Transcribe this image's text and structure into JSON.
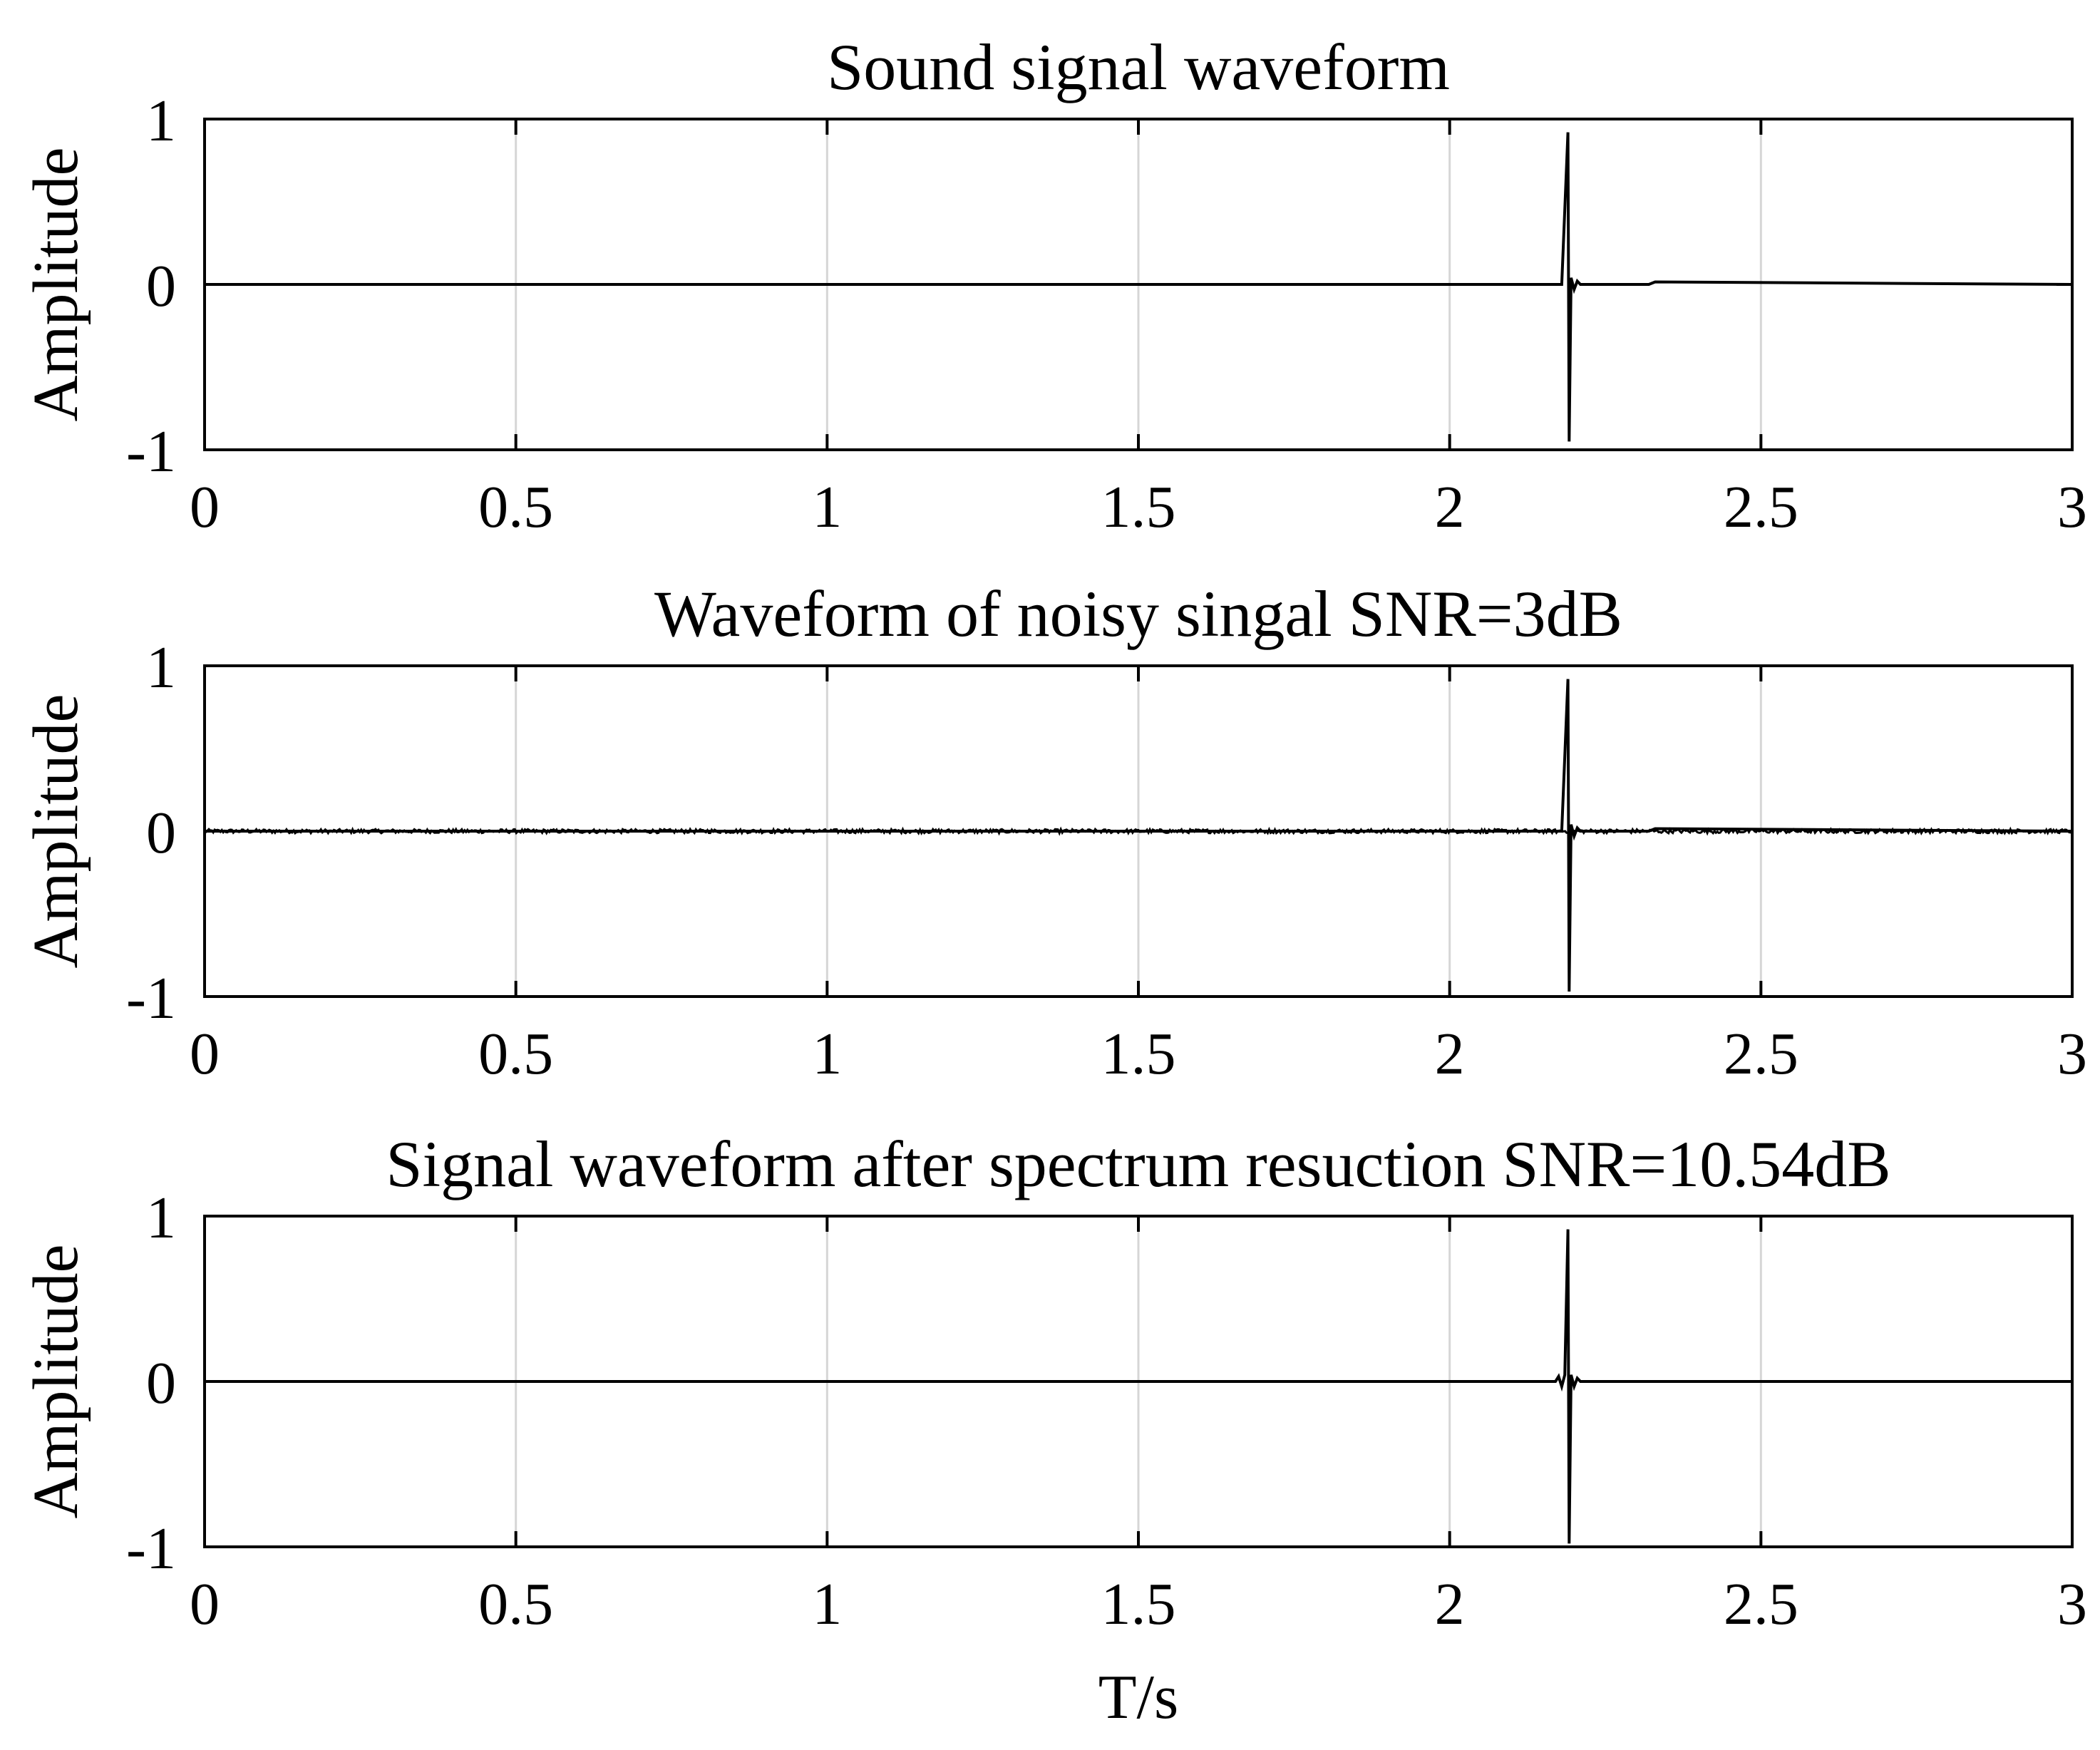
{
  "chart_data": [
    {
      "type": "line",
      "title": "Sound signal waveform",
      "xlabel": "",
      "ylabel": "Amplitude",
      "xlim": [
        0,
        3
      ],
      "ylim": [
        -1,
        1
      ],
      "xticks": [
        0,
        0.5,
        1,
        1.5,
        2,
        2.5,
        3
      ],
      "xtick_labels": [
        "0",
        "0.5",
        "1",
        "1.5",
        "2",
        "2.5",
        "3"
      ],
      "yticks": [
        -1,
        0,
        1
      ],
      "ytick_labels": [
        "-1",
        "0",
        "1"
      ],
      "grid": true,
      "series": [
        {
          "x": [
            0,
            2.18,
            2.19,
            2.192,
            2.195,
            2.2,
            2.205,
            2.21,
            2.32,
            2.33,
            3
          ],
          "y": [
            0,
            0,
            0.92,
            -0.95,
            0.04,
            -0.03,
            0.02,
            0,
            0,
            0.015,
            0
          ]
        }
      ]
    },
    {
      "type": "line",
      "title": "Waveform of noisy singal SNR=3dB",
      "xlabel": "",
      "ylabel": "Amplitude",
      "xlim": [
        0,
        3
      ],
      "ylim": [
        -1,
        1
      ],
      "xticks": [
        0,
        0.5,
        1,
        1.5,
        2,
        2.5,
        3
      ],
      "xtick_labels": [
        "0",
        "0.5",
        "1",
        "1.5",
        "2",
        "2.5",
        "3"
      ],
      "yticks": [
        -1,
        0,
        1
      ],
      "ytick_labels": [
        "-1",
        "0",
        "1"
      ],
      "grid": true,
      "noise_amplitude": 0.012,
      "series": [
        {
          "x": [
            0,
            2.18,
            2.19,
            2.192,
            2.195,
            2.2,
            2.205,
            2.21,
            2.32,
            2.33,
            3
          ],
          "y": [
            0,
            0,
            0.92,
            -0.97,
            0.04,
            -0.03,
            0.02,
            0,
            0,
            0.015,
            0
          ]
        }
      ]
    },
    {
      "type": "line",
      "title": "Signal waveform after spectrum resuction SNR=10.54dB",
      "xlabel": "T/s",
      "ylabel": "Amplitude",
      "xlim": [
        0,
        3
      ],
      "ylim": [
        -1,
        1
      ],
      "xticks": [
        0,
        0.5,
        1,
        1.5,
        2,
        2.5,
        3
      ],
      "xtick_labels": [
        "0",
        "0.5",
        "1",
        "1.5",
        "2",
        "2.5",
        "3"
      ],
      "yticks": [
        -1,
        0,
        1
      ],
      "ytick_labels": [
        "-1",
        "0",
        "1"
      ],
      "grid": true,
      "series": [
        {
          "x": [
            0,
            2.17,
            2.175,
            2.18,
            2.185,
            2.19,
            2.192,
            2.195,
            2.2,
            2.205,
            2.21,
            3
          ],
          "y": [
            0,
            0,
            0.03,
            -0.03,
            0.04,
            0.92,
            -0.98,
            0.04,
            -0.03,
            0.02,
            0,
            0
          ]
        }
      ]
    }
  ]
}
